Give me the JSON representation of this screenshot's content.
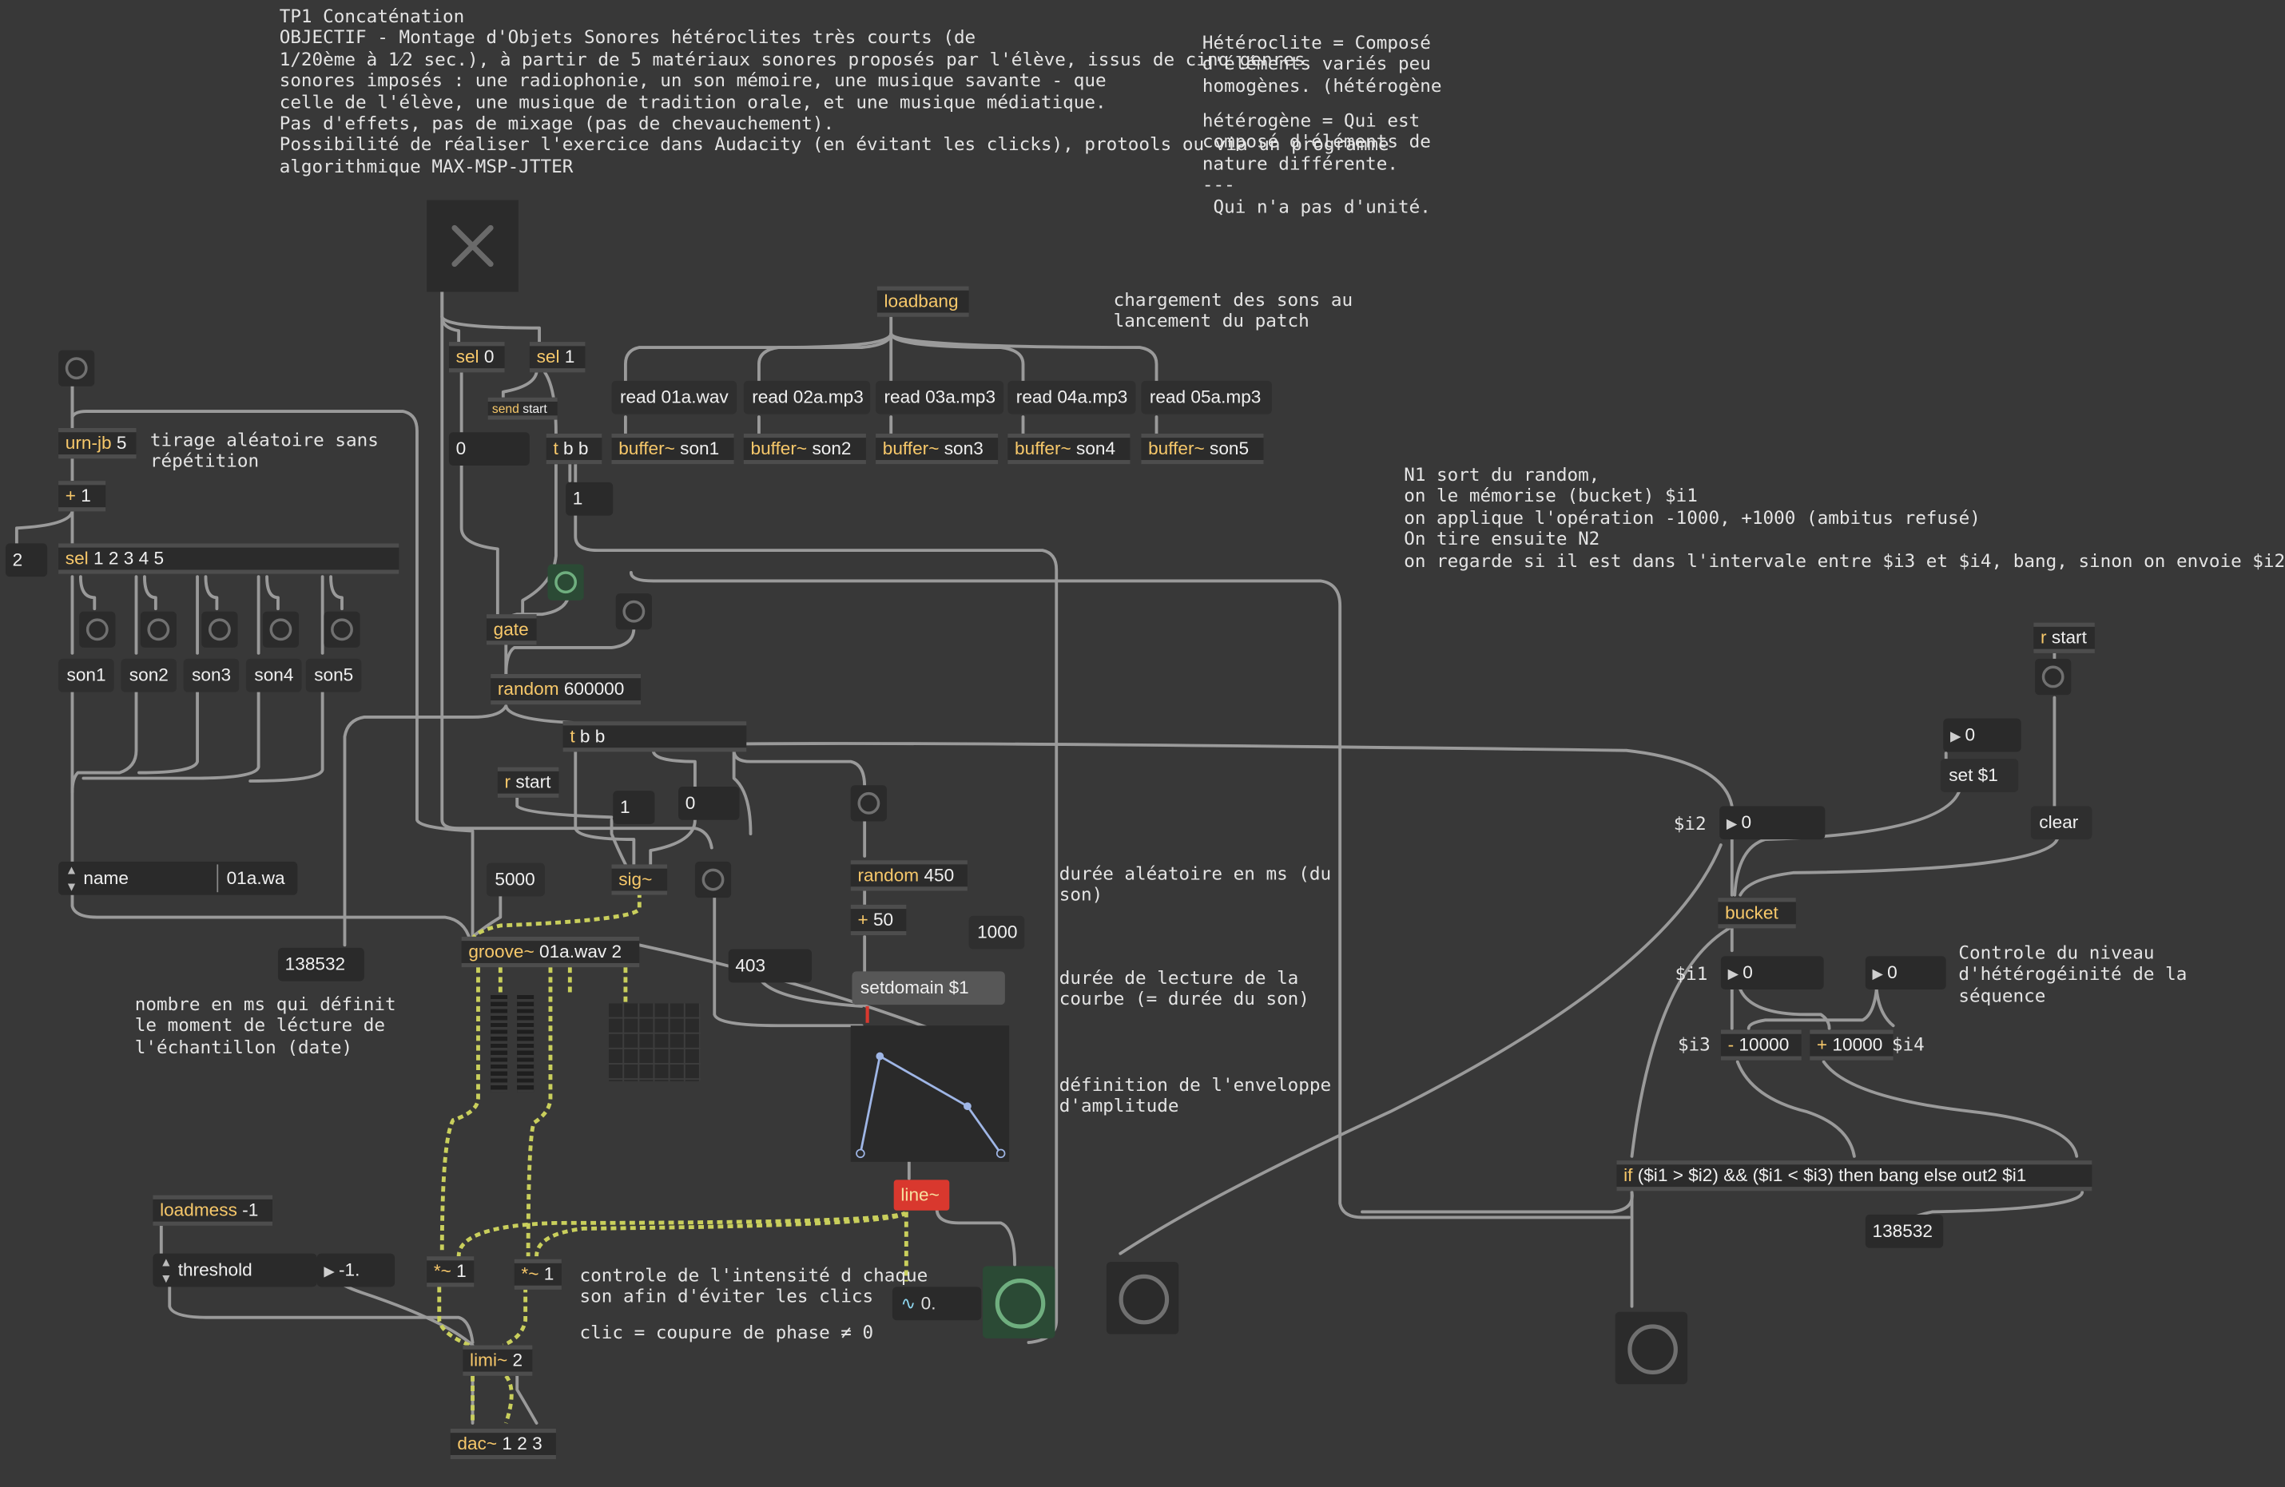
{
  "comments": {
    "intro": "TP1 Concaténation\nOBJECTIF - Montage d'Objets Sonores hétéroclites très courts (de\n1/20ème à 1⁄2 sec.), à partir de 5 matériaux sonores proposés par l'élève, issus de cinq genres\nsonores imposés : une radiophonie, un son mémoire, une musique savante - que\ncelle de l'élève, une musique de tradition orale, et une musique médiatique.\nPas d'effets, pas de mixage (pas de chevauchement).\nPossibilité de réaliser l'exercice dans Audacity (en évitant les clicks), protools ou via un programme\nalgorithmique MAX-MSP-JTTER",
    "heteroclite": "Hétéroclite = Composé\nd'éléments variés peu\nhomogènes. (hétérogène",
    "heterogene": "hétérogène = Qui est\ncomposé d'éléments de\nnature différente.\n---\n Qui n'a pas d'unité.",
    "chargement": "chargement des sons au\nlancement du patch",
    "tirage": "tirage aléatoire sans\nrépétition",
    "n1": "N1 sort du random,\non le mémorise (bucket) $i1\non applique l'opération -1000, +1000 (ambitus refusé)\nOn tire ensuite N2\non regarde si il est dans l'intervale entre $i3 et $i4, bang, sinon on envoie $i2",
    "duree_alea": "durée aléatoire en ms (du\nson)",
    "duree_lecture": "durée de lecture de la\ncourbe (= durée du son)",
    "definition_env": "définition de l'enveloppe\nd'amplitude",
    "nombre_ms": "nombre en ms qui définit\nle moment de lécture de\nl'échantillon (date)",
    "controle_intensite": "controle de l'intensité d chaque\nson afin d'éviter les clics",
    "clic": "clic = coupure de phase ≠ 0",
    "controle_niveau": "Controle du niveau\nd'hétérogéinité de la\nséquence",
    "label_i2": "$i2",
    "label_i1": "$i1",
    "label_i3": "$i3",
    "label_i4": "$i4"
  },
  "objects": {
    "loadbang": {
      "cls": "loadbang",
      "args": ""
    },
    "sel0": {
      "cls": "sel",
      "args": "0"
    },
    "sel1": {
      "cls": "sel",
      "args": "1"
    },
    "send_start": {
      "cls": "send",
      "args": "start"
    },
    "tbb_small": {
      "cls": "t",
      "args": "b b"
    },
    "urn": {
      "cls": "urn-jb",
      "args": "5"
    },
    "plus1": {
      "cls": "+",
      "args": "1"
    },
    "sel_main": {
      "cls": "sel",
      "args": "1 2 3 4 5"
    },
    "gate": {
      "cls": "gate",
      "args": ""
    },
    "random600": {
      "cls": "random",
      "args": "600000"
    },
    "tbb_main": {
      "cls": "t",
      "args": "b b"
    },
    "r_start1": {
      "cls": "r",
      "args": "start"
    },
    "r_start2": {
      "cls": "r",
      "args": "start"
    },
    "sig": {
      "cls": "sig~",
      "args": ""
    },
    "random450": {
      "cls": "random",
      "args": "450"
    },
    "plus50": {
      "cls": "+",
      "args": "50"
    },
    "groove": {
      "cls": "groove~",
      "args": "01a.wav 2"
    },
    "bucket": {
      "cls": "bucket",
      "args": ""
    },
    "minus10000": {
      "cls": "-",
      "args": "10000"
    },
    "plus10000": {
      "cls": "+",
      "args": "10000"
    },
    "if_obj": {
      "cls": "if",
      "args": "($i1 > $i2) && ($i1 < $i3) then bang else out2 $i1"
    },
    "loadmess": {
      "cls": "loadmess",
      "args": "-1"
    },
    "mul1": {
      "cls": "*~",
      "args": "1"
    },
    "mul2": {
      "cls": "*~",
      "args": "1"
    },
    "limi": {
      "cls": "limi~",
      "args": "2"
    },
    "dac": {
      "cls": "dac~",
      "args": "1 2 3"
    },
    "line": {
      "cls": "line~",
      "args": ""
    },
    "buffers": [
      {
        "cls": "buffer~",
        "args": "son1"
      },
      {
        "cls": "buffer~",
        "args": "son2"
      },
      {
        "cls": "buffer~",
        "args": "son3"
      },
      {
        "cls": "buffer~",
        "args": "son4"
      },
      {
        "cls": "buffer~",
        "args": "son5"
      }
    ]
  },
  "messages": {
    "reads": [
      "read 01a.wav",
      "read 02a.mp3",
      "read 03a.mp3",
      "read 04a.mp3",
      "read 05a.mp3"
    ],
    "sons": [
      "son1",
      "son2",
      "son3",
      "son4",
      "son5"
    ],
    "set1": "set $1",
    "clear": "clear",
    "setdomain": "setdomain $1",
    "n5000": "5000",
    "n1000": "1000"
  },
  "numbers": {
    "gate_num": "0",
    "one_a": "1",
    "two": "2",
    "one_b": "1",
    "zero_b": "0",
    "n138532": "138532",
    "n403": "403",
    "i2_val": "0",
    "set_val": "0",
    "i1_val": "0",
    "i3_val": "0",
    "out_138532": "138532",
    "threshold_val": "-1.",
    "sig_disp": "0."
  },
  "menus": {
    "name": "name",
    "name_value": "01a.wa",
    "threshold": "threshold"
  },
  "colors": {
    "background": "#383838",
    "object_class": "#f7c86a",
    "cord": "#9a9a9a",
    "signal_cord": "#c9cf5c",
    "line_object": "#d9382e",
    "bang_active": "#2b4a35"
  },
  "icons": {
    "toggle": "x-icon",
    "bang": "circle-icon"
  }
}
